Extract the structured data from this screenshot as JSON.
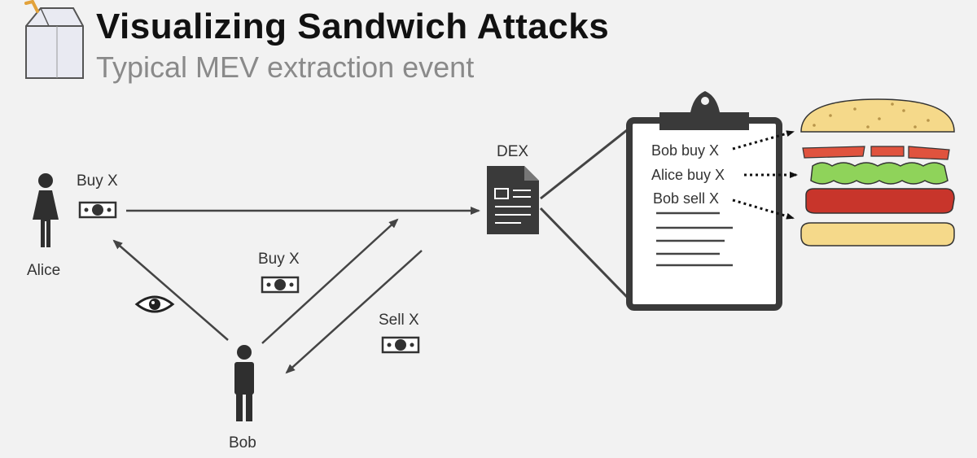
{
  "title": "Visualizing Sandwich Attacks",
  "subtitle": "Typical MEV extraction event",
  "actors": {
    "alice": "Alice",
    "bob": "Bob",
    "dex": "DEX"
  },
  "transactions": {
    "alice_buy": "Buy X",
    "bob_buy": "Buy X",
    "bob_sell": "Sell X"
  },
  "clipboard": {
    "line1": "Bob buy X",
    "line2": "Alice buy X",
    "line3": "Bob sell X"
  },
  "colors": {
    "ink": "#333333",
    "bun": "#f5d98a",
    "tomato": "#e0533e",
    "lettuce": "#8fd35a",
    "patty": "#c8352b"
  }
}
